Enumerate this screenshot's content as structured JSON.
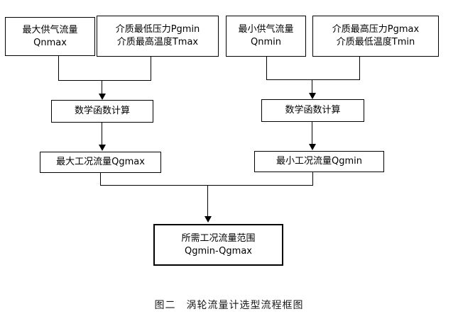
{
  "figure": {
    "caption": "图二　涡轮流量计选型流程框图",
    "background_color": "#ffffff",
    "line_color": "#000000",
    "text_color": "#000000"
  },
  "nodes": {
    "qnmax": {
      "line1": "最大供气流量",
      "line2": "Qnmax"
    },
    "pgmin_tmax": {
      "line1": "介质最低压力Pgmin",
      "line2": "介质最高温度Tmax"
    },
    "qnmin": {
      "line1": "最小供气流量",
      "line2": "Qnmin"
    },
    "pgmax_tmin": {
      "line1": "介质最高压力Pgmax",
      "line2": "介质最低温度Tmin"
    },
    "calc_left": {
      "line1": "数学函数计算"
    },
    "calc_right": {
      "line1": "数学函数计算"
    },
    "qgmax": {
      "line1": "最大工况流量Qgmax"
    },
    "qgmin": {
      "line1": "最小工况流量Qgmin"
    },
    "range": {
      "line1": "所需工况流量范围",
      "line2": "Qgmin-Qgmax"
    }
  },
  "flow": {
    "edges": [
      {
        "from": "qnmax",
        "to": "calc_left"
      },
      {
        "from": "pgmin_tmax",
        "to": "calc_left"
      },
      {
        "from": "qnmin",
        "to": "calc_right"
      },
      {
        "from": "pgmax_tmin",
        "to": "calc_right"
      },
      {
        "from": "calc_left",
        "to": "qgmax"
      },
      {
        "from": "calc_right",
        "to": "qgmin"
      },
      {
        "from": "qgmax",
        "to": "range"
      },
      {
        "from": "qgmin",
        "to": "range"
      }
    ]
  }
}
